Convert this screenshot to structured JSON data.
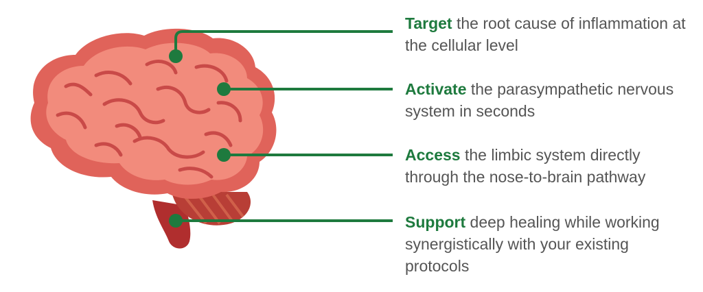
{
  "colors": {
    "accent_green": "#1e7a3e",
    "body_text": "#555555",
    "brain_light": "#f28b7c",
    "brain_dark": "#e0635a",
    "brain_fold": "#c94a48",
    "cerebellum": "#b83e36",
    "stem": "#b02e2e"
  },
  "icons": {
    "brain": "brain-illustration"
  },
  "callouts": [
    {
      "keyword": "Target",
      "text": " the root cause of inflammation at the cellular level"
    },
    {
      "keyword": "Activate",
      "text": " the parasympathetic nervous system in seconds"
    },
    {
      "keyword": "Access",
      "text": " the limbic system directly through the nose-to-brain pathway"
    },
    {
      "keyword": "Support",
      "text": " deep healing while working synergistically with your existing protocols"
    }
  ]
}
